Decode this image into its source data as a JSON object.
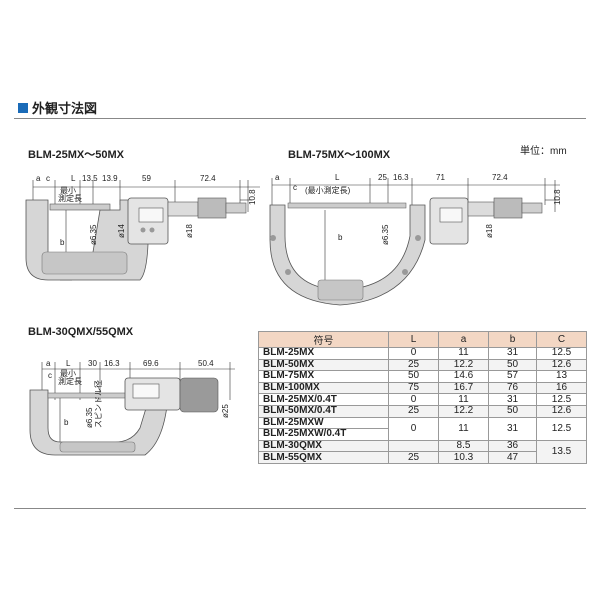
{
  "header": {
    "title": "外観寸法図"
  },
  "unit_label": "単位：mm",
  "drawings": {
    "a": {
      "title": "BLM-25MX～50MX",
      "labels": {
        "a": "a",
        "c": "c",
        "L": "L",
        "min_line1": "最小",
        "min_line2": "測定長",
        "d1": "13.5",
        "d2": "13.9",
        "d3": "59",
        "d4": "72.4",
        "d5": "10.8",
        "b": "b",
        "phi635": "ø6.35",
        "phi14": "ø14",
        "phi18": "ø18"
      }
    },
    "b": {
      "title": "BLM-75MX～100MX",
      "labels": {
        "a": "a",
        "c": "c",
        "L": "L",
        "min": "(最小測定長)",
        "d1": "25",
        "d2": "16.3",
        "d3": "71",
        "d4": "72.4",
        "d5": "10.8",
        "b": "b",
        "phi635": "ø6.35",
        "phi18": "ø18"
      }
    },
    "c": {
      "title": "BLM-30QMX/55QMX",
      "labels": {
        "a": "a",
        "c": "c",
        "L": "L",
        "min_line1": "最小",
        "min_line2": "測定長",
        "d1": "30",
        "d2": "16.3",
        "d3": "69.6",
        "d4": "50.4",
        "b": "b",
        "phi635": "ø6.35",
        "spindle": "スピンドル径",
        "phi25": "ø25"
      }
    }
  },
  "table": {
    "headers": [
      "符号",
      "L",
      "a",
      "b",
      "C"
    ],
    "rows": [
      {
        "model": "BLM-25MX",
        "L": "0",
        "a": "11",
        "b": "31",
        "c": "12.5"
      },
      {
        "model": "BLM-50MX",
        "L": "25",
        "a": "12.2",
        "b": "50",
        "c": "12.6"
      },
      {
        "model": "BLM-75MX",
        "L": "50",
        "a": "14.6",
        "b": "57",
        "c": "13"
      },
      {
        "model": "BLM-100MX",
        "L": "75",
        "a": "16.7",
        "b": "76",
        "c": "16"
      },
      {
        "model": "BLM-25MX/0.4T",
        "L": "0",
        "a": "11",
        "b": "31",
        "c": "12.5"
      },
      {
        "model": "BLM-50MX/0.4T",
        "L": "25",
        "a": "12.2",
        "b": "50",
        "c": "12.6"
      }
    ],
    "group1": {
      "models": [
        "BLM-25MXW",
        "BLM-25MXW/0.4T"
      ],
      "L": "0",
      "a": "11",
      "b": "31",
      "c": "12.5"
    },
    "group2": {
      "models": [
        "BLM-30QMX",
        "BLM-55QMX"
      ],
      "L": [
        "",
        "25"
      ],
      "a": [
        "8.5",
        "10.3"
      ],
      "b": [
        "36",
        "47"
      ],
      "c": "13.5"
    }
  }
}
